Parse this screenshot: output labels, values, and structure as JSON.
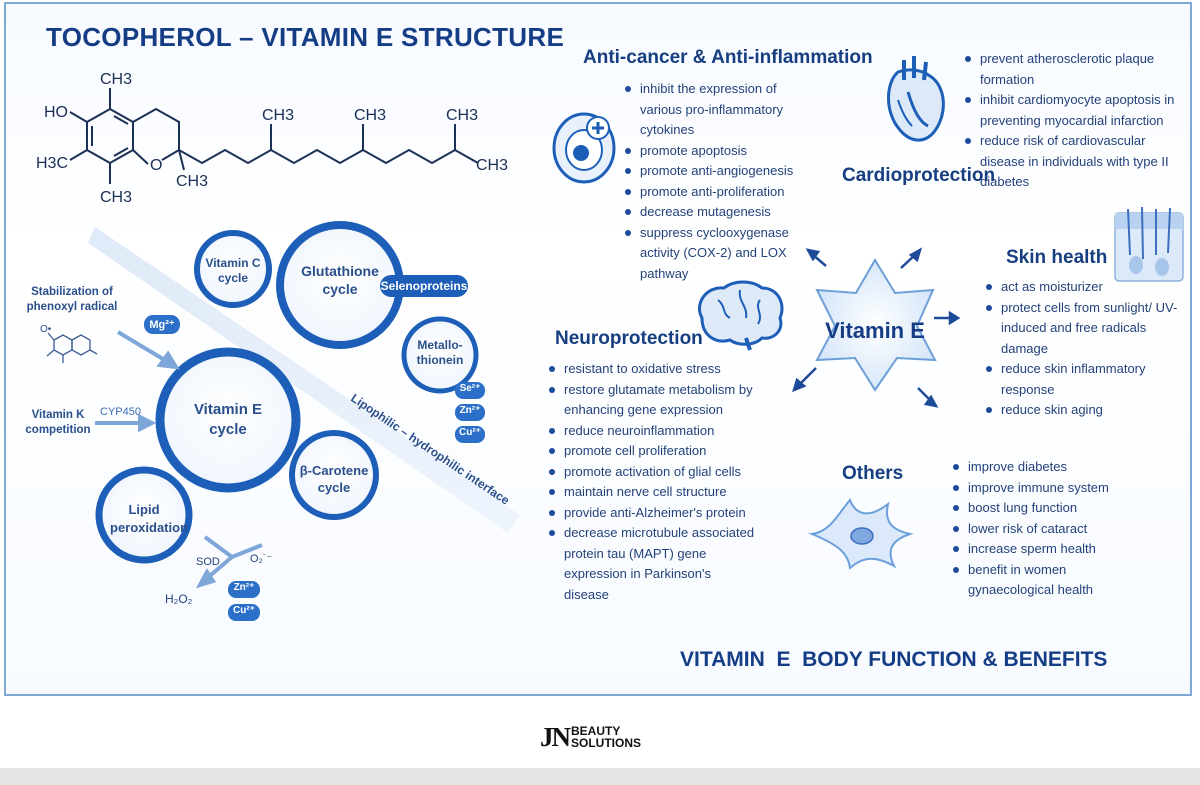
{
  "left_title": "TOCOPHEROL – VITAMIN E STRUCTURE",
  "molecule": {
    "ho": "HO",
    "ch3_top": "CH3",
    "h3c_left": "H3C",
    "ch3_bottom": "CH3",
    "o": "O",
    "ch3_ring": "CH3",
    "ch3_chain1": "CH3",
    "ch3_chain2": "CH3",
    "ch3_end_top": "CH3",
    "ch3_end": "CH3"
  },
  "cycles": {
    "vitamin_c": "Vitamin C cycle",
    "glutathione": "Glutathione cycle",
    "selenoproteins": "Selenoproteins",
    "metallothionein": "Metallo-thionein",
    "se": "Se²⁺",
    "zn": "Zn²⁺",
    "cu": "Cu²⁺",
    "vitamin_e": "Vitamin E cycle",
    "beta_carotene": "β-Carotene cycle",
    "lipid": "Lipid peroxidation",
    "stabilization": "Stabilization of phenoxyl radical",
    "mg": "Mg²⁺",
    "vitamin_k": "Vitamin K competition",
    "cyp450": "CYP450",
    "sod": "SOD",
    "o2": "O₂˙⁻",
    "h2o2": "H₂O₂",
    "zn2": "Zn²⁺",
    "cu2": "Cu²⁺",
    "interface": "Lipophilic – hydrophilic interface"
  },
  "center": {
    "label": "Vitamin E"
  },
  "sections": {
    "anticancer": {
      "title": "Anti-cancer & Anti-inflammation",
      "items": [
        "inhibit the expression of various pro-inflammatory cytokines",
        "promote apoptosis",
        "promote anti-angiogenesis",
        "promote anti-proliferation",
        "decrease mutagenesis",
        "suppress cyclooxygenase activity (COX-2) and LOX pathway"
      ]
    },
    "cardio": {
      "title": "Cardioprotection",
      "items": [
        "prevent atherosclerotic plaque formation",
        "inhibit cardiomyocyte apoptosis in preventing myocardial infarction",
        "reduce risk of cardiovascular disease in individuals with type II diabetes"
      ]
    },
    "skin": {
      "title": "Skin health",
      "items": [
        "act as moisturizer",
        "protect cells from sunlight/ UV-induced and free radicals damage",
        "reduce skin inflammatory response",
        "reduce skin aging"
      ]
    },
    "neuro": {
      "title": "Neuroprotection",
      "items": [
        "resistant to oxidative stress",
        "restore glutamate metabolism by enhancing gene expression",
        "reduce neuroinflammation",
        "promote cell proliferation",
        "promote activation of glial cells",
        "maintain nerve cell structure",
        "provide anti-Alzheimer's protein",
        "decrease microtubule associated protein tau (MAPT) gene expression in Parkinson's disease"
      ]
    },
    "others": {
      "title": "Others",
      "items": [
        "improve diabetes",
        "improve immune system",
        "boost lung function",
        "lower risk of cataract",
        "increase sperm health",
        "benefit in women gynaecological health"
      ]
    }
  },
  "footer_title": "VITAMIN  E  BODY FUNCTION & BENEFITS",
  "logo": {
    "mark": "JN",
    "line1": "BEAUTY",
    "line2": "SOLUTIONS"
  },
  "colors": {
    "primary": "#1d5fb8",
    "dark": "#143d86",
    "light": "#dbe9fa"
  }
}
